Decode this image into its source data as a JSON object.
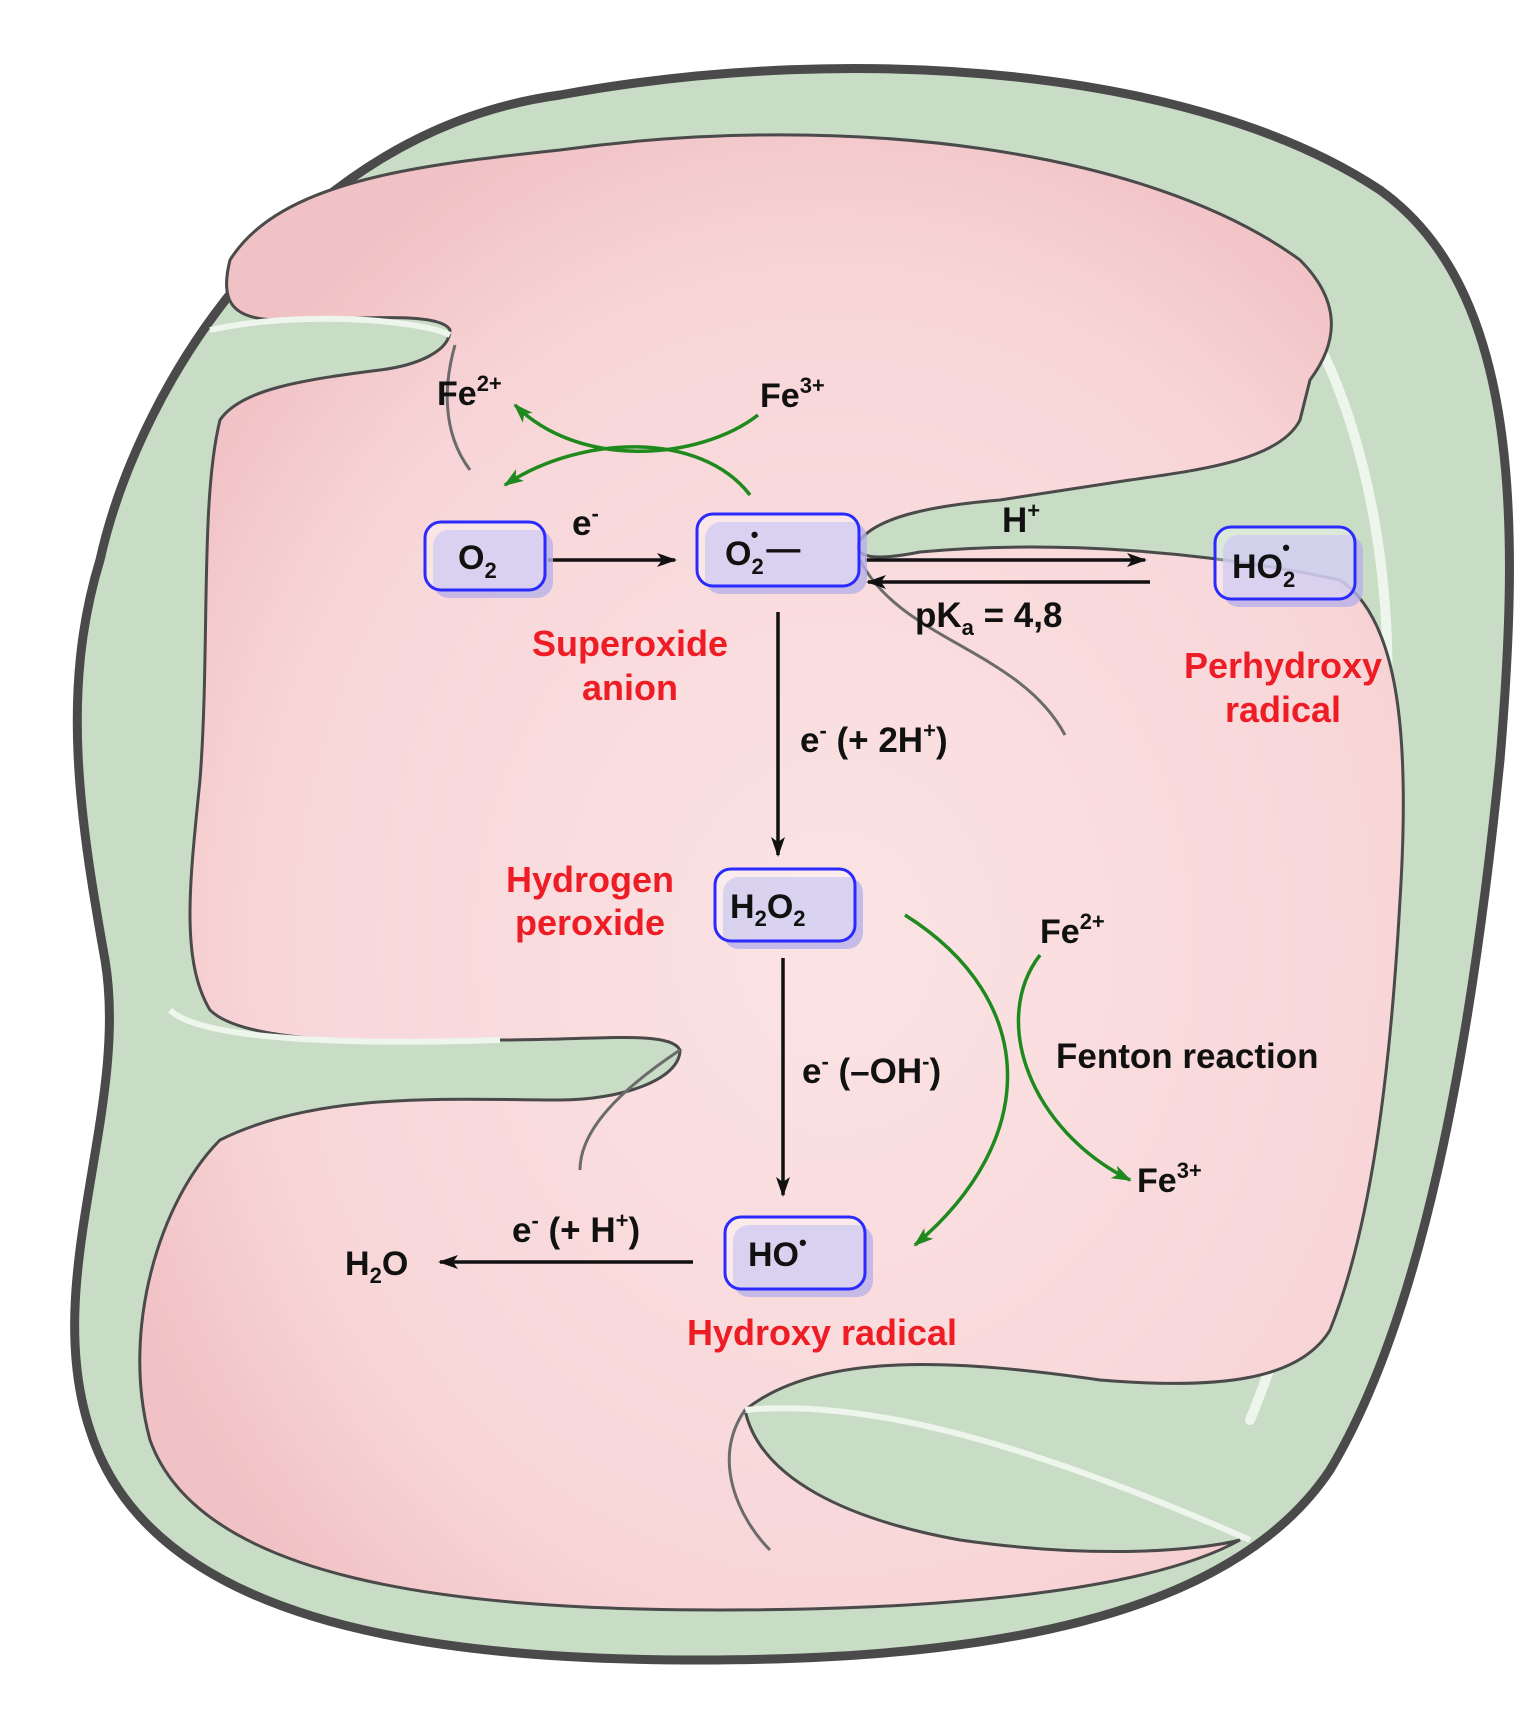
{
  "colors": {
    "membrane_fill": "#c9dcc6",
    "membrane_outline": "#4a4a4a",
    "matrix_fill": "#f4c9cc",
    "matrix_light": "#fbe3e4",
    "species_box": "#2a2aff",
    "name_text": "#ee1c24",
    "arrow_black": "#111111",
    "arrow_green": "#1e8a1e"
  },
  "species": {
    "o2": {
      "base": "O",
      "sub": "2"
    },
    "superoxide": {
      "base": "O",
      "sub": "2",
      "sup": "•",
      "charge": "—"
    },
    "perhydroxy": {
      "base": "HO",
      "sub": "2",
      "sup": "•"
    },
    "h2o2": {
      "h": "H",
      "sub1": "2",
      "o": "O",
      "sub2": "2"
    },
    "hydroxy": {
      "base": "HO",
      "sup": "•"
    },
    "water": {
      "h": "H",
      "sub": "2",
      "o": "O"
    }
  },
  "names": {
    "superoxide": [
      "Superoxide",
      "anion"
    ],
    "perhydroxy": [
      "Perhydroxy",
      "radical"
    ],
    "hydrogen_peroxide": [
      "Hydrogen",
      "peroxide"
    ],
    "hydroxy": "Hydroxy radical"
  },
  "reaction_labels": {
    "o2_to_superoxide": {
      "base": "e",
      "sup": "-"
    },
    "protonation": {
      "base": "H",
      "sup": "+"
    },
    "pka": {
      "pre": "pK",
      "sub": "a",
      "post": " = 4,8"
    },
    "to_h2o2": {
      "e": "e",
      "e_sup": "-",
      "mid": "  (+ 2H",
      "h_sup": "+",
      "close": ")"
    },
    "to_hydroxy": {
      "e": "e",
      "e_sup": "-",
      "mid": " (–OH",
      "oh_sup": "-",
      "close": ")"
    },
    "to_water": {
      "e": "e",
      "e_sup": "-",
      "mid": " (+ H",
      "h_sup": "+",
      "close": ")"
    },
    "fenton": "Fenton reaction"
  },
  "iron": {
    "top_fe2": {
      "base": "Fe",
      "sup": "2+"
    },
    "top_fe3": {
      "base": "Fe",
      "sup": "3+"
    },
    "fenton_fe2": {
      "base": "Fe",
      "sup": "2+"
    },
    "fenton_fe3": {
      "base": "Fe",
      "sup": "3+"
    }
  }
}
